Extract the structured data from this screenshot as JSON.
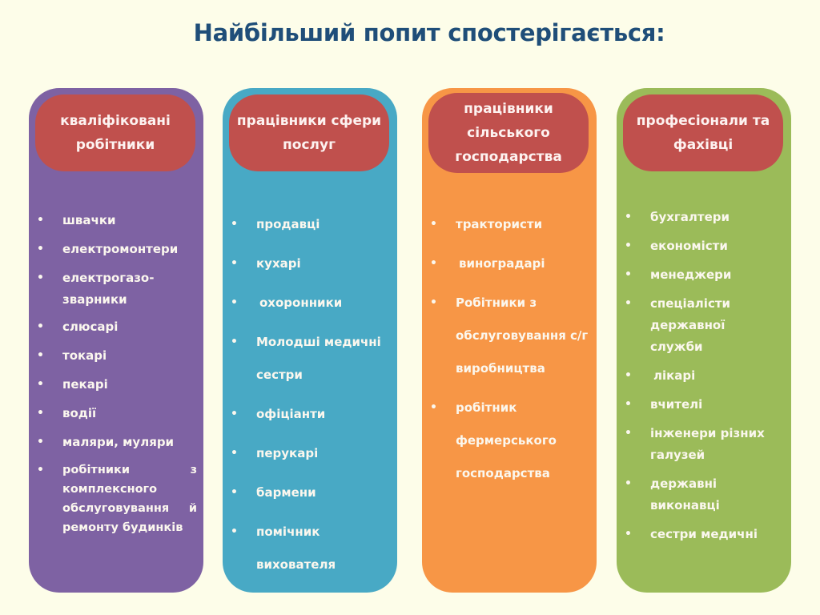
{
  "title": "Найбільший попит спостерігається:",
  "colors": {
    "background": "#fdfde9",
    "title": "#1f4e79",
    "header_fill": "#c0504d",
    "column_1": "#7e62a3",
    "column_2": "#48a9c5",
    "column_3": "#f79646",
    "column_4": "#9bbb59"
  },
  "columns": [
    {
      "header": "кваліфіковані робітники",
      "items": [
        "швачки",
        "електромонтери",
        "електрогазо-зварники",
        "слюсарі",
        "токарі",
        "пекарі",
        "водії",
        "маляри, муляри",
        "робітники з комплексного обслуговування й ремонту будинків"
      ]
    },
    {
      "header": "працівники сфери послуг",
      "items": [
        "продавці",
        "кухарі",
        "охоронники",
        "Молодші медичні сестри",
        "офіціанти",
        "перукарі",
        "бармени",
        "помічник вихователя"
      ]
    },
    {
      "header": "працівники сільського господарства",
      "items": [
        "трактористи",
        "виноградарі",
        "Робітники з обслуговування с/г виробництва",
        "робітник фермерського господарства"
      ]
    },
    {
      "header": "професіонали та фахівці",
      "items": [
        "бухгалтери",
        "економісти",
        "менеджери",
        "спеціалісти державної служби",
        "лікарі",
        "вчителі",
        "інженери різних галузей",
        "державні виконавці",
        "сестри медичні"
      ]
    }
  ]
}
